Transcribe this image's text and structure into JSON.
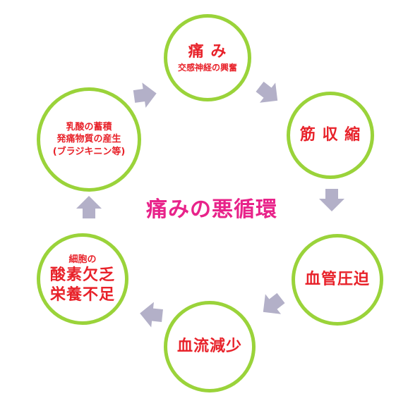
{
  "center": {
    "title": "痛みの悪循環"
  },
  "nodes": {
    "pain": {
      "title": "痛 み",
      "subtitle": "交感神経の興奮"
    },
    "muscle": {
      "title": "筋 収 縮"
    },
    "vessel": {
      "title": "血管圧迫"
    },
    "flow": {
      "title": "血流減少"
    },
    "cell": {
      "line1": "細胞の",
      "line2": "酸素欠乏",
      "line3": "栄養不足"
    },
    "lactic": {
      "line1": "乳酸の蓄積",
      "line2": "発痛物質の産生",
      "line3": "(ブラジキニン等)"
    }
  },
  "colors": {
    "ring": "#9ad33a",
    "arrow": "#b3b0c8",
    "node_text": "#e8222a",
    "center_text": "#e8238a"
  }
}
